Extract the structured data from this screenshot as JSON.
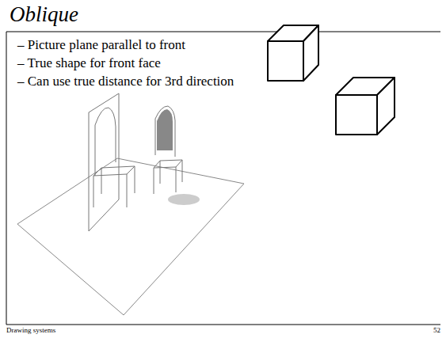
{
  "diagram": {
    "title": "Oblique",
    "labels": [
      "– Picture plane parallel to front",
      "– True shape for front face",
      "– Can use true distance for 3rd direction",
      "Drawing systems",
      "52"
    ]
  }
}
